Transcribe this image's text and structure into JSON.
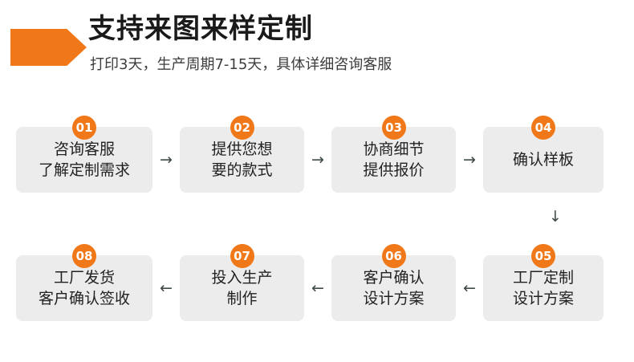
{
  "header": {
    "banner_shape": "pentagon-arrow-right",
    "banner_color": "#F07818",
    "title": "支持来图来样定制",
    "subtitle": "打印3天，生产周期7-15天，具体详细咨询客服"
  },
  "theme": {
    "accent": "#F07818",
    "box_bg": "#ececec",
    "text": "#222222",
    "arrow": "#3f4a4a"
  },
  "flow": {
    "row1": {
      "direction": "left-to-right",
      "connector_glyph": "→",
      "steps": [
        {
          "number": "01",
          "line1": "咨询客服",
          "line2": "了解定制需求"
        },
        {
          "number": "02",
          "line1": "提供您想",
          "line2": "要的款式"
        },
        {
          "number": "03",
          "line1": "协商细节",
          "line2": "提供报价"
        },
        {
          "number": "04",
          "line1": "确认样板",
          "line2": ""
        }
      ]
    },
    "turn_connector": {
      "glyph": "↓",
      "direction": "down"
    },
    "row2": {
      "direction": "right-to-left",
      "connector_glyph": "←",
      "steps": [
        {
          "number": "08",
          "line1": "工厂发货",
          "line2": "客户确认签收"
        },
        {
          "number": "07",
          "line1": "投入生产",
          "line2": "制作"
        },
        {
          "number": "06",
          "line1": "客户确认",
          "line2": "设计方案"
        },
        {
          "number": "05",
          "line1": "工厂定制",
          "line2": "设计方案"
        }
      ]
    }
  }
}
